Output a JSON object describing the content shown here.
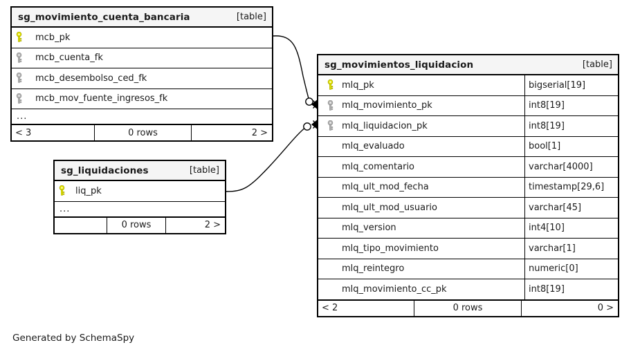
{
  "caption": "Generated by SchemaSpy",
  "colors": {
    "primary_key": "#e8e800",
    "foreign_key": "#b3b3b3",
    "header_bg": "#f5f5f5",
    "border": "#000000",
    "canvas_bg": "#ffffff",
    "text": "#1a1a1a"
  },
  "tables": {
    "mcb": {
      "name": "sg_movimiento_cuenta_bancaria",
      "kind": "[table]",
      "columns": [
        {
          "name": "mcb_pk",
          "key": "primary"
        },
        {
          "name": "mcb_cuenta_fk",
          "key": "foreign"
        },
        {
          "name": "mcb_desembolso_ced_fk",
          "key": "foreign"
        },
        {
          "name": "mcb_mov_fuente_ingresos_fk",
          "key": "foreign"
        }
      ],
      "more_indicator": "...",
      "footer": {
        "left": "< 3",
        "middle": "0 rows",
        "right": "2 >"
      }
    },
    "liq": {
      "name": "sg_liquidaciones",
      "kind": "[table]",
      "columns": [
        {
          "name": "liq_pk",
          "key": "primary"
        }
      ],
      "more_indicator": "...",
      "footer": {
        "left": "",
        "middle": "0 rows",
        "right": "2 >"
      }
    },
    "mlq": {
      "name": "sg_movimientos_liquidacion",
      "kind": "[table]",
      "columns": [
        {
          "name": "mlq_pk",
          "type": "bigserial[19]",
          "key": "primary"
        },
        {
          "name": "mlq_movimiento_pk",
          "type": "int8[19]",
          "key": "foreign"
        },
        {
          "name": "mlq_liquidacion_pk",
          "type": "int8[19]",
          "key": "foreign"
        },
        {
          "name": "mlq_evaluado",
          "type": "bool[1]",
          "key": "none"
        },
        {
          "name": "mlq_comentario",
          "type": "varchar[4000]",
          "key": "none"
        },
        {
          "name": "mlq_ult_mod_fecha",
          "type": "timestamp[29,6]",
          "key": "none"
        },
        {
          "name": "mlq_ult_mod_usuario",
          "type": "varchar[45]",
          "key": "none"
        },
        {
          "name": "mlq_version",
          "type": "int4[10]",
          "key": "none"
        },
        {
          "name": "mlq_tipo_movimiento",
          "type": "varchar[1]",
          "key": "none"
        },
        {
          "name": "mlq_reintegro",
          "type": "numeric[0]",
          "key": "none"
        },
        {
          "name": "mlq_movimiento_cc_pk",
          "type": "int8[19]",
          "key": "none"
        }
      ],
      "footer": {
        "left": "< 2",
        "middle": "0 rows",
        "right": "0 >"
      }
    }
  },
  "relationships": [
    {
      "id": "mcb-to-mlq-movimiento",
      "from_table": "sg_movimiento_cuenta_bancaria",
      "from_column": "mcb_pk",
      "to_table": "sg_movimientos_liquidacion",
      "to_column": "mlq_movimiento_pk",
      "from_cardinality": "one",
      "to_cardinality": "zero-or-many"
    },
    {
      "id": "liq-to-mlq-liquidacion",
      "from_table": "sg_liquidaciones",
      "from_column": "liq_pk",
      "to_table": "sg_movimientos_liquidacion",
      "to_column": "mlq_liquidacion_pk",
      "from_cardinality": "one",
      "to_cardinality": "zero-or-many"
    }
  ]
}
